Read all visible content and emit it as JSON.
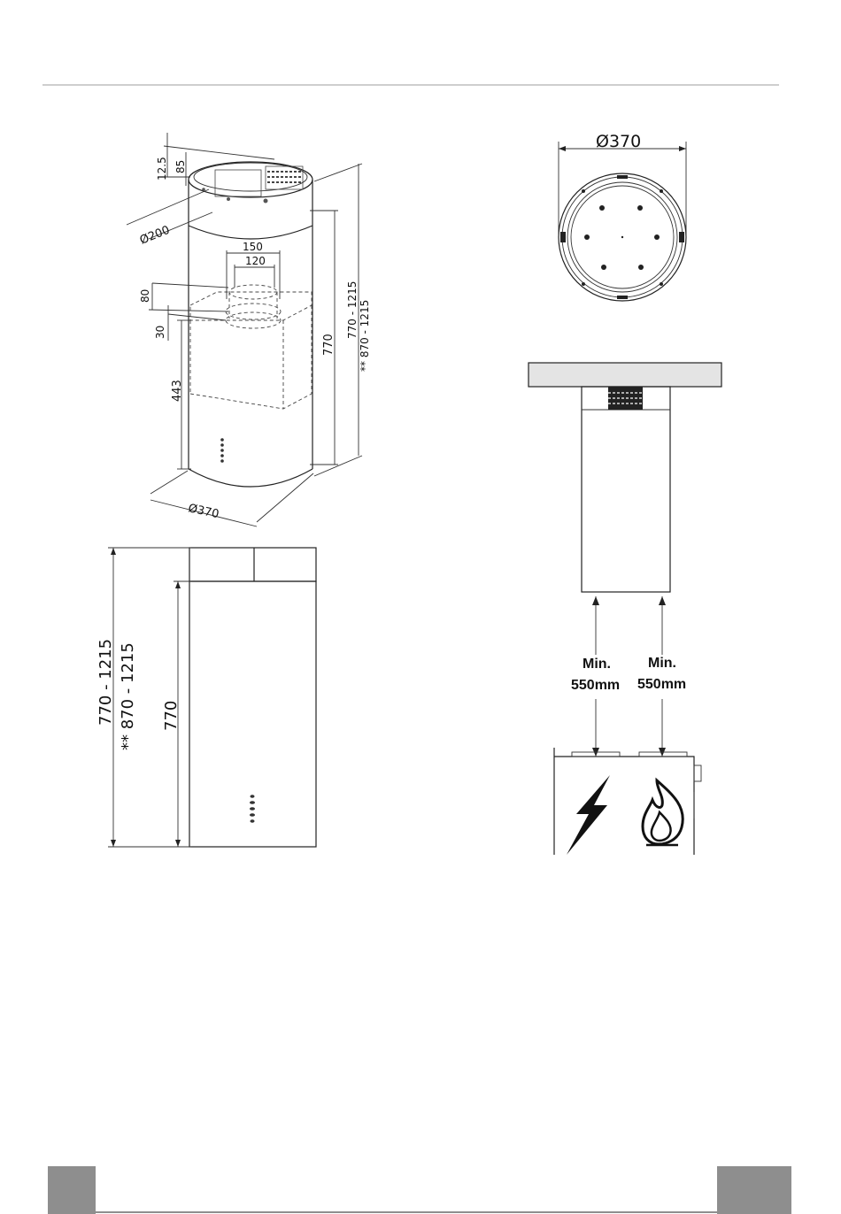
{
  "iso_view": {
    "dim_12_5": "12.5",
    "dim_85": "85",
    "dim_dia_200": "Ø200",
    "dim_150": "150",
    "dim_120": "120",
    "dim_80": "80",
    "dim_30": "30",
    "dim_443": "443",
    "dim_770": "770",
    "dim_range_1": "770 - 1215",
    "dim_range_2": "** 870 - 1215",
    "dim_dia_370": "Ø370"
  },
  "side_view": {
    "dim_range_1": "770 - 1215",
    "dim_range_2": "** 870 - 1215",
    "dim_770": "770"
  },
  "top_view": {
    "dim_dia_370": "Ø370"
  },
  "install_view": {
    "min_left_line1": "Min.",
    "min_left_line2": "550mm",
    "min_right_line1": "Min.",
    "min_right_line2": "550mm"
  },
  "colors": {
    "footer_block": "#8e8e8e",
    "ceiling": "#e4e4e4",
    "rule": "#bdbdbd"
  },
  "icons": [
    "lightning-icon",
    "flame-icon"
  ]
}
